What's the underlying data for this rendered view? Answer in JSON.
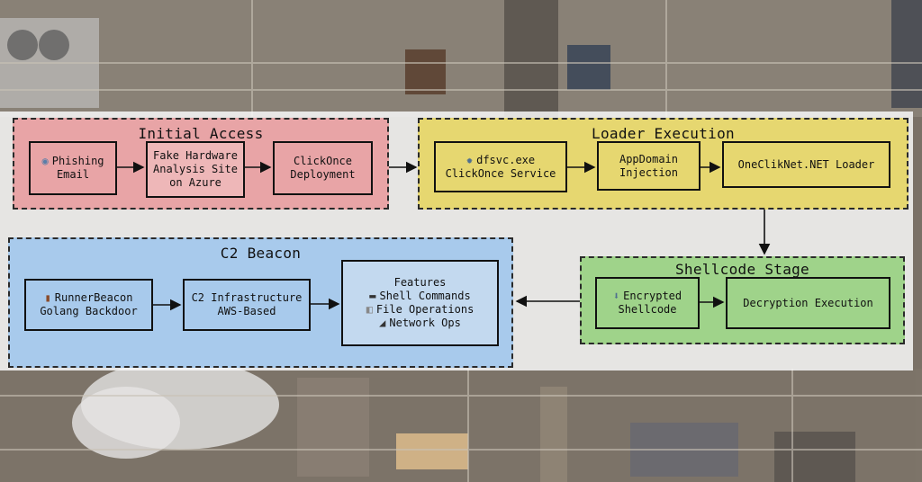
{
  "colors": {
    "initial_access": "#e8a4a6",
    "loader_execution": "#e6d770",
    "c2_beacon": "#a8caec",
    "shellcode_stage": "#9fd38a"
  },
  "initial_access": {
    "title": "Initial Access",
    "phishing": {
      "line1": "Phishing",
      "line2": "Email",
      "icon": "mail-icon"
    },
    "fake_site": {
      "line1": "Fake Hardware",
      "line2": "Analysis Site",
      "line3": "on Azure"
    },
    "clickonce": {
      "line1": "ClickOnce",
      "line2": "Deployment"
    }
  },
  "loader_execution": {
    "title": "Loader Execution",
    "dfsvc": {
      "line1": "dfsvc.exe",
      "line2": "ClickOnce Service",
      "icon": "gear-icon"
    },
    "appdomain": {
      "line1": "AppDomain",
      "line2": "Injection"
    },
    "loader": {
      "line1": "OneClikNet.NET Loader"
    }
  },
  "c2_beacon": {
    "title": "C2 Beacon",
    "runner": {
      "line1": "RunnerBeacon",
      "line2": "Golang Backdoor",
      "icon": "binary-icon"
    },
    "infra": {
      "line1": "C2 Infrastructure",
      "line2": "AWS-Based"
    },
    "features": {
      "heading": "Features",
      "items": [
        {
          "label": "Shell Commands",
          "icon": "terminal-icon"
        },
        {
          "label": "File Operations",
          "icon": "folder-icon"
        },
        {
          "label": "Network Ops",
          "icon": "network-icon"
        }
      ]
    }
  },
  "shellcode_stage": {
    "title": "Shellcode Stage",
    "encrypted": {
      "line1": "Encrypted",
      "line2": "Shellcode",
      "icon": "download-icon"
    },
    "decryption": {
      "line1": "Decryption Execution"
    }
  }
}
